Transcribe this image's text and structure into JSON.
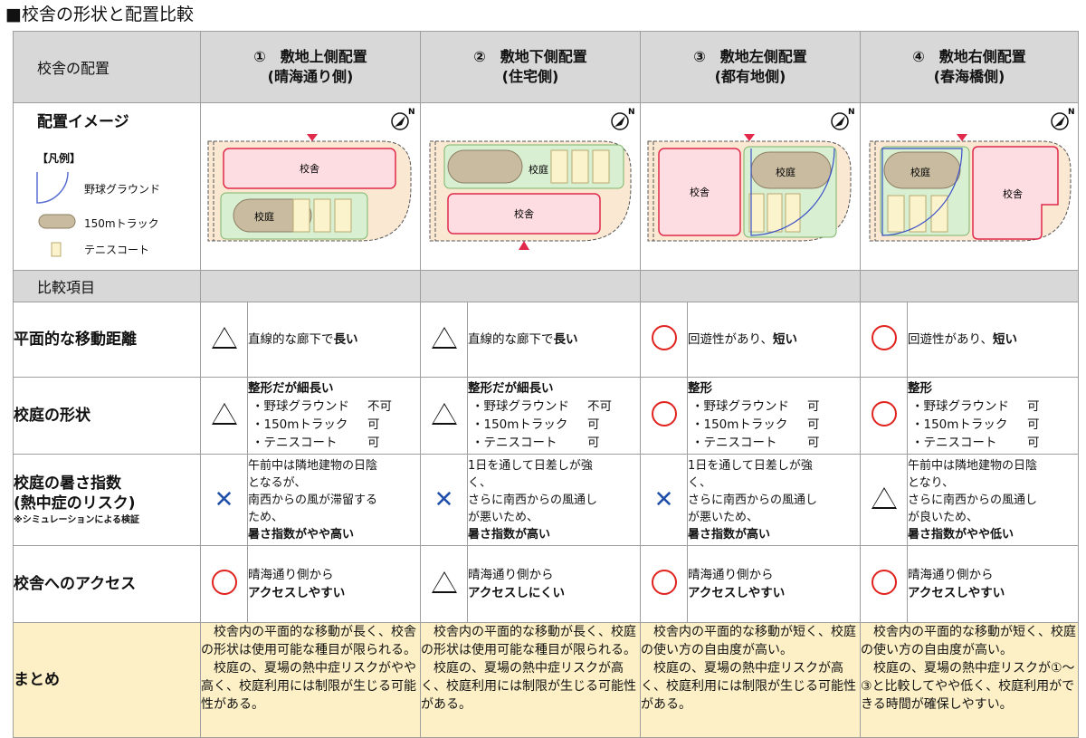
{
  "title": "■校舎の形状と配置比較",
  "header": {
    "row_label": "校舎の配置",
    "columns": [
      {
        "line1": "①　敷地上側配置",
        "line2": "(晴海通り側)"
      },
      {
        "line1": "②　敷地下側配置",
        "line2": "(住宅側)"
      },
      {
        "line1": "③　敷地左側配置",
        "line2": "(都有地側)"
      },
      {
        "line1": "④　敷地右側配置",
        "line2": "(春海橋側)"
      }
    ]
  },
  "image_row": {
    "label": "配置イメージ",
    "legend_title": "【凡例】",
    "legend": [
      {
        "icon": "baseball-ground-icon",
        "text": "野球グラウンド"
      },
      {
        "icon": "track-icon",
        "text": "150mトラック"
      },
      {
        "icon": "tennis-court-icon",
        "text": "テニスコート"
      }
    ],
    "north": "N",
    "building": "校舎",
    "courtyard": "校庭"
  },
  "compare_label": "比較項目",
  "rows": [
    {
      "name": "平面的な移動距離",
      "cells": [
        {
          "mark": "triangle",
          "text": "直線的な廊下で",
          "bold": "長い"
        },
        {
          "mark": "triangle",
          "text": "直線的な廊下で",
          "bold": "長い"
        },
        {
          "mark": "circle",
          "text": "回遊性があり、",
          "bold": "短い"
        },
        {
          "mark": "circle",
          "text": "回遊性があり、",
          "bold": "短い"
        }
      ]
    },
    {
      "name": "校庭の形状",
      "cells": [
        {
          "mark": "triangle",
          "head": "整形だが細長い",
          "items": [
            [
              "・野球グラウンド",
              "不可"
            ],
            [
              "・150mトラック",
              "可"
            ],
            [
              "・テニスコート",
              "可"
            ]
          ]
        },
        {
          "mark": "triangle",
          "head": "整形だが細長い",
          "items": [
            [
              "・野球グラウンド",
              "不可"
            ],
            [
              "・150mトラック",
              "可"
            ],
            [
              "・テニスコート",
              "可"
            ]
          ]
        },
        {
          "mark": "circle",
          "head": "整形",
          "items": [
            [
              "・野球グラウンド",
              "可"
            ],
            [
              "・150mトラック",
              "可"
            ],
            [
              "・テニスコート",
              "可"
            ]
          ]
        },
        {
          "mark": "circle",
          "head": "整形",
          "items": [
            [
              "・野球グラウンド",
              "可"
            ],
            [
              "・150mトラック",
              "可"
            ],
            [
              "・テニスコート",
              "可"
            ]
          ]
        }
      ]
    },
    {
      "name": "校庭の暑さ指数",
      "name2": "(熱中症のリスク)",
      "note": "※シミュレーションによる検証",
      "cells": [
        {
          "mark": "cross",
          "lines": [
            "午前中は隣地建物の日陰",
            "となるが、",
            "南西からの風が滞留する",
            "ため、"
          ],
          "bold": "暑さ指数がやや高い"
        },
        {
          "mark": "cross",
          "lines": [
            "1日を通して日差しが強",
            "く、",
            "さらに南西からの風通し",
            "が悪いため、"
          ],
          "bold": "暑さ指数が高い"
        },
        {
          "mark": "cross",
          "lines": [
            "1日を通して日差しが強",
            "く、",
            "さらに南西からの風通し",
            "が悪いため、"
          ],
          "bold": "暑さ指数が高い"
        },
        {
          "mark": "triangle",
          "lines": [
            "午前中は隣地建物の日陰",
            "となり、",
            "さらに南西からの風通し",
            "が良いため、"
          ],
          "bold": "暑さ指数がやや低い"
        }
      ]
    },
    {
      "name": "校舎へのアクセス",
      "cells": [
        {
          "mark": "circle",
          "text": "晴海通り側から",
          "bold": "アクセスしやすい"
        },
        {
          "mark": "triangle",
          "text": "晴海通り側から",
          "bold": "アクセスしにくい"
        },
        {
          "mark": "circle",
          "text": "晴海通り側から",
          "bold": "アクセスしやすい"
        },
        {
          "mark": "circle",
          "text": "晴海通り側から",
          "bold": "アクセスしやすい"
        }
      ]
    }
  ],
  "summary": {
    "name": "まとめ",
    "cells": [
      {
        "p1": "校舎内の平面的な移動が長く、校舎の形状は使用可能な種目が限られる。",
        "p2": "校庭の、夏場の熱中症リスクがやや高く、校庭利用には制限が生じる可能性がある。"
      },
      {
        "p1": "校舎内の平面的な移動が長く、校庭の形状は使用可能な種目が限られる。",
        "p2": "校庭の、夏場の熱中症リスクが高く、校庭利用には制限が生じる可能性がある。"
      },
      {
        "p1": "校舎内の平面的な移動が短く、校庭の使い方の自由度が高い。",
        "p2": "校庭の、夏場の熱中症リスクが高く、校庭利用には制限が生じる可能性がある。"
      },
      {
        "p1": "校舎内の平面的な移動が短く、校庭の使い方の自由度が高い。",
        "p2": "校庭の、夏場の熱中症リスクが①〜③と比較してやや低く、校庭利用ができる時間が確保しやすい。"
      }
    ]
  },
  "colors": {
    "header_bg": "#d8d8d8",
    "summary_bg": "#fdf0c6",
    "site_bg": "#fbe8d2",
    "building_fill": "#fddde2",
    "building_stroke": "#e0294b",
    "courtyard_fill": "#d9efd2",
    "courtyard_stroke": "#7cb56b",
    "track_fill": "#c8bba0",
    "tennis_fill": "#fbf3cc",
    "good": "#e0231e",
    "bad": "#1f4fa8"
  }
}
